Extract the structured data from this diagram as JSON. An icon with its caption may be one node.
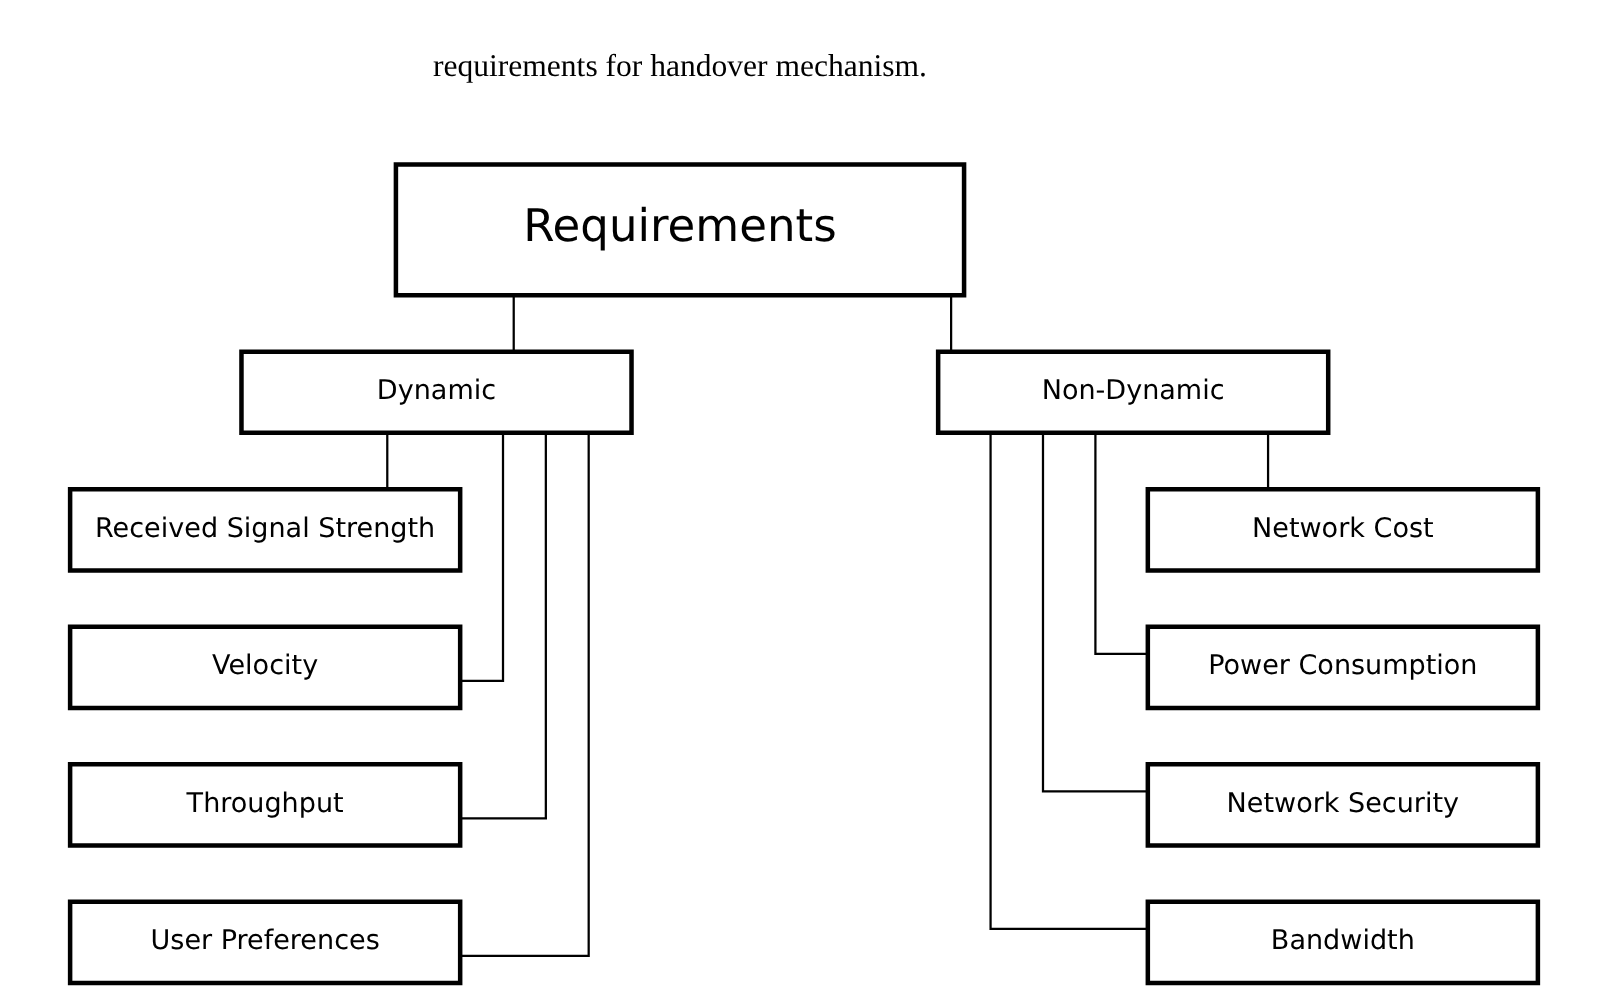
{
  "diagram": {
    "nodes": [
      {
        "text": [
          "Requirements"
        ]
      },
      {
        "text": [
          "Dynamic"
        ]
      },
      {
        "text": [
          "Non-Dynamic"
        ]
      },
      {
        "text": [
          "Received Signal Strength"
        ]
      },
      {
        "text": [
          "Velocity"
        ]
      },
      {
        "text": [
          "Throughput"
        ]
      },
      {
        "text": [
          "User Preferences"
        ]
      },
      {
        "text": [
          "Network Cost"
        ]
      },
      {
        "text": [
          "Power Consumption"
        ]
      },
      {
        "text": [
          "Network Security"
        ]
      },
      {
        "text": [
          "Bandwidth"
        ]
      }
    ],
    "edges": [
      {
        "from": 0,
        "to": 1,
        "arrow": "none"
      },
      {
        "from": 0,
        "to": 2,
        "arrow": "none"
      },
      {
        "from": 1,
        "to": 3,
        "arrow": "none"
      },
      {
        "from": 1,
        "to": 4,
        "arrow": "none"
      },
      {
        "from": 1,
        "to": 5,
        "arrow": "none"
      },
      {
        "from": 1,
        "to": 6,
        "arrow": "none"
      },
      {
        "from": 2,
        "to": 7,
        "arrow": "none"
      },
      {
        "from": 2,
        "to": 8,
        "arrow": "none"
      },
      {
        "from": 2,
        "to": 9,
        "arrow": "none"
      },
      {
        "from": 2,
        "to": 10,
        "arrow": "none"
      }
    ],
    "labels": [
      "requirements for handover mechanism."
    ]
  }
}
